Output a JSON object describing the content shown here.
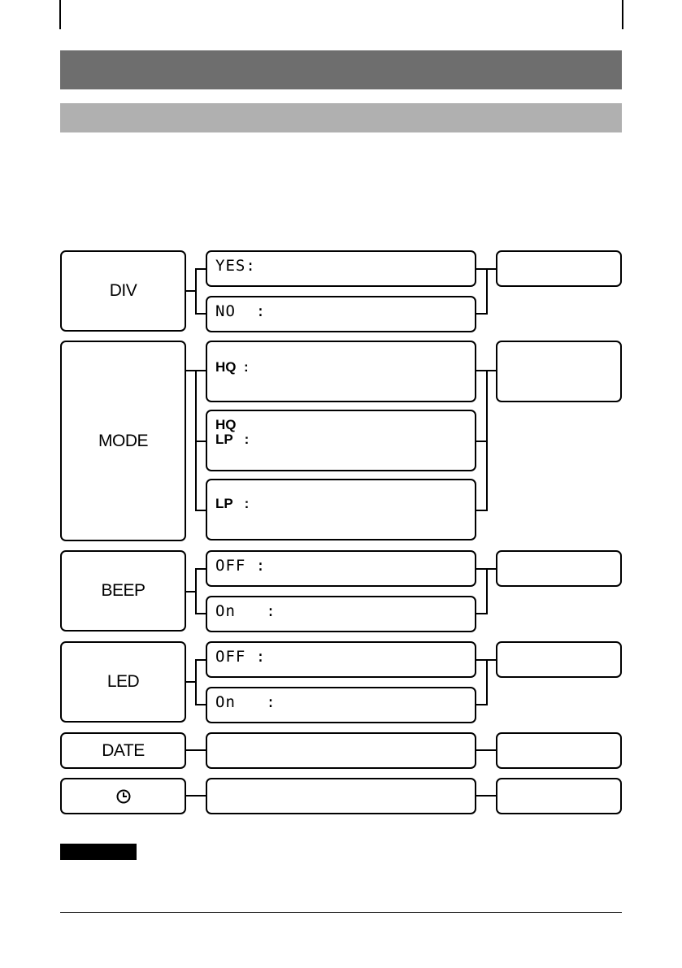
{
  "settings": [
    {
      "name": "DIV",
      "options": [
        "YES:",
        "NO  :"
      ]
    },
    {
      "name": "MODE",
      "options": [
        "HQ  :",
        "HQ\nLP   :",
        "LP   :"
      ]
    },
    {
      "name": "BEEP",
      "options": [
        "OFF :",
        "On   :"
      ]
    },
    {
      "name": "LED",
      "options": [
        "OFF :",
        "On   :"
      ]
    },
    {
      "name": "DATE",
      "options": []
    },
    {
      "name": "clock",
      "icon": "clock-icon",
      "options": []
    }
  ]
}
